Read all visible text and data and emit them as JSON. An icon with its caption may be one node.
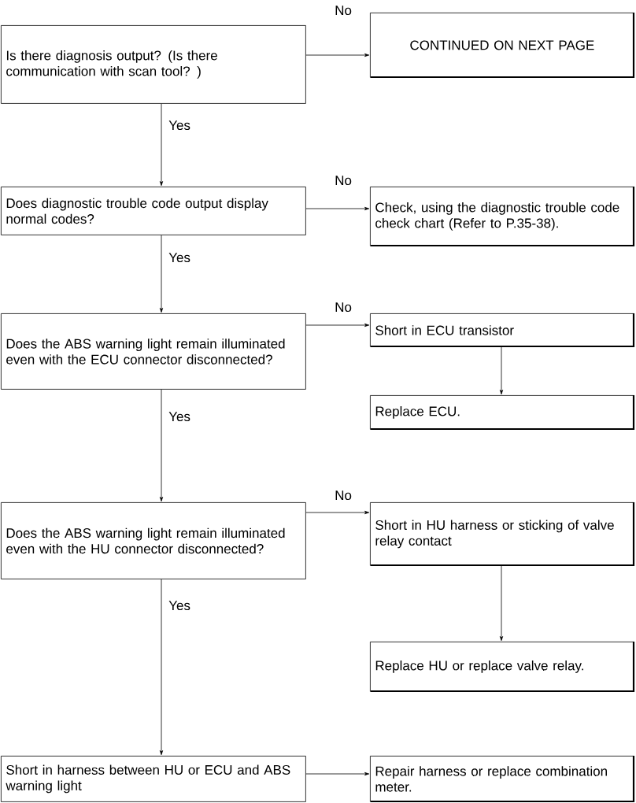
{
  "diagram": {
    "nodes": [
      {
        "text": [
          "Is there diagnosis output? (Is there communication with scan tool? )"
        ]
      },
      {
        "text": [
          "CONTINUED ON NEXT PAGE"
        ]
      },
      {
        "text": [
          "Does diagnostic trouble code output display normal codes?"
        ]
      },
      {
        "text": [
          "Check, using the diagnostic trouble code check chart (Refer to P.35-38)."
        ]
      },
      {
        "text": [
          "Does the ABS warning light remain illuminated even with the ECU connector disconnected?"
        ]
      },
      {
        "text": [
          "Short in ECU transistor"
        ]
      },
      {
        "text": [
          "Replace ECU."
        ]
      },
      {
        "text": [
          "Does the ABS warning light remain illuminated even with the HU connector disconnected?"
        ]
      },
      {
        "text": [
          "Short in HU harness or sticking of valve relay contact"
        ]
      },
      {
        "text": [
          "Replace HU or replace valve relay."
        ]
      },
      {
        "text": [
          "Short in harness between HU or ECU and ABS warning light"
        ]
      },
      {
        "text": [
          "Repair harness or replace combination meter."
        ]
      }
    ],
    "edges": [
      {
        "from": 0,
        "to": 1,
        "arrow": "to",
        "label": "No"
      },
      {
        "from": 0,
        "to": 2,
        "arrow": "to",
        "label": "Yes"
      },
      {
        "from": 2,
        "to": 3,
        "arrow": "to",
        "label": "No"
      },
      {
        "from": 2,
        "to": 4,
        "arrow": "to",
        "label": "Yes"
      },
      {
        "from": 4,
        "to": 5,
        "arrow": "to",
        "label": "No"
      },
      {
        "from": 5,
        "to": 6,
        "arrow": "to"
      },
      {
        "from": 4,
        "to": 7,
        "arrow": "to",
        "label": "Yes"
      },
      {
        "from": 7,
        "to": 8,
        "arrow": "to",
        "label": "No"
      },
      {
        "from": 8,
        "to": 9,
        "arrow": "to"
      },
      {
        "from": 7,
        "to": 10,
        "arrow": "to",
        "label": "Yes"
      },
      {
        "from": 10,
        "to": 11,
        "arrow": "to"
      }
    ]
  }
}
